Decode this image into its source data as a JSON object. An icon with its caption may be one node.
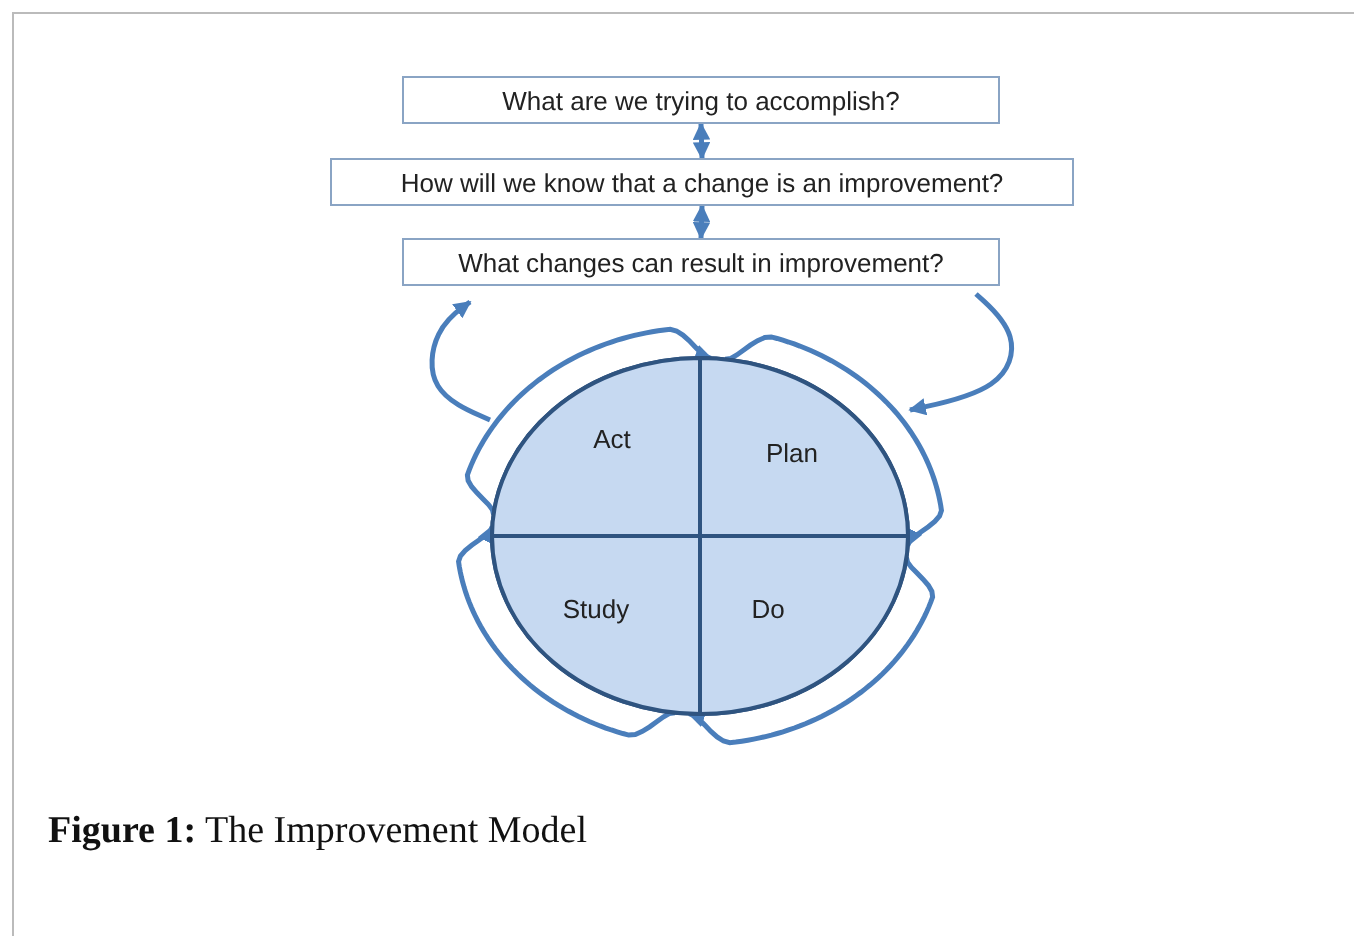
{
  "diagram": {
    "caption": "**Figure 1:** The Improvement Model",
    "nodes": [
      {
        "text": [
          "What are we trying to accomplish?"
        ]
      },
      {
        "text": [
          "How will we know that a change is an improvement?"
        ]
      },
      {
        "text": [
          "What changes can result in improvement?"
        ]
      },
      {
        "text": [],
        "shape": "circle"
      },
      {
        "text": [
          "Act"
        ],
        "in": 3
      },
      {
        "text": [
          "Plan"
        ],
        "in": 3
      },
      {
        "text": [
          "Study"
        ],
        "in": 3
      },
      {
        "text": [
          "Do"
        ],
        "in": 3
      }
    ],
    "edges": [
      {
        "from": 0,
        "to": 1,
        "arrow": "both"
      },
      {
        "from": 1,
        "to": 2,
        "arrow": "both"
      },
      {
        "from": 2,
        "to": 5,
        "arrow": "to"
      },
      {
        "from": 4,
        "to": 2,
        "arrow": "to"
      },
      {
        "from": 4,
        "to": 5,
        "arrow": "to"
      },
      {
        "from": 5,
        "to": 7,
        "arrow": "to"
      },
      {
        "from": 7,
        "to": 6,
        "arrow": "to"
      },
      {
        "from": 6,
        "to": 4,
        "arrow": "to"
      }
    ]
  }
}
